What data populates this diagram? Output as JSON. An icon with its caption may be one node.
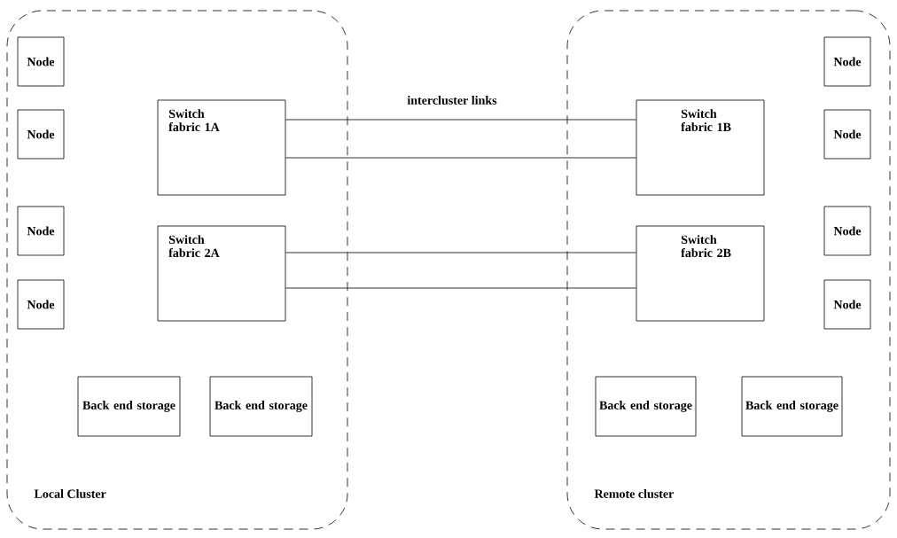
{
  "diagram": {
    "nodes": [
      {
        "text": [
          "Local Cluster"
        ]
      },
      {
        "text": [
          "Node"
        ],
        "in": 0
      },
      {
        "text": [
          "Node"
        ],
        "in": 0
      },
      {
        "text": [
          "Node"
        ],
        "in": 0
      },
      {
        "text": [
          "Node"
        ],
        "in": 0
      },
      {
        "text": [
          "Switch fabric 1A"
        ],
        "in": 0
      },
      {
        "text": [
          "Switch fabric 2A"
        ],
        "in": 0
      },
      {
        "text": [
          "Back end storage"
        ],
        "in": 0
      },
      {
        "text": [
          "Back end storage"
        ],
        "in": 0
      },
      {
        "text": [
          "Remote cluster"
        ]
      },
      {
        "text": [
          "Switch fabric 1B"
        ],
        "in": 9
      },
      {
        "text": [
          "Switch fabric 2B"
        ],
        "in": 9
      },
      {
        "text": [
          "Node"
        ],
        "in": 9
      },
      {
        "text": [
          "Node"
        ],
        "in": 9
      },
      {
        "text": [
          "Node"
        ],
        "in": 9
      },
      {
        "text": [
          "Node"
        ],
        "in": 9
      },
      {
        "text": [
          "Back end storage"
        ],
        "in": 9
      },
      {
        "text": [
          "Back end storage"
        ],
        "in": 9
      }
    ],
    "edges": [
      {
        "from": 5,
        "to": 10,
        "arrow": "none",
        "label": "intercluster links"
      },
      {
        "from": 5,
        "to": 10,
        "arrow": "none"
      },
      {
        "from": 6,
        "to": 11,
        "arrow": "none"
      },
      {
        "from": 6,
        "to": 11,
        "arrow": "none"
      }
    ]
  }
}
